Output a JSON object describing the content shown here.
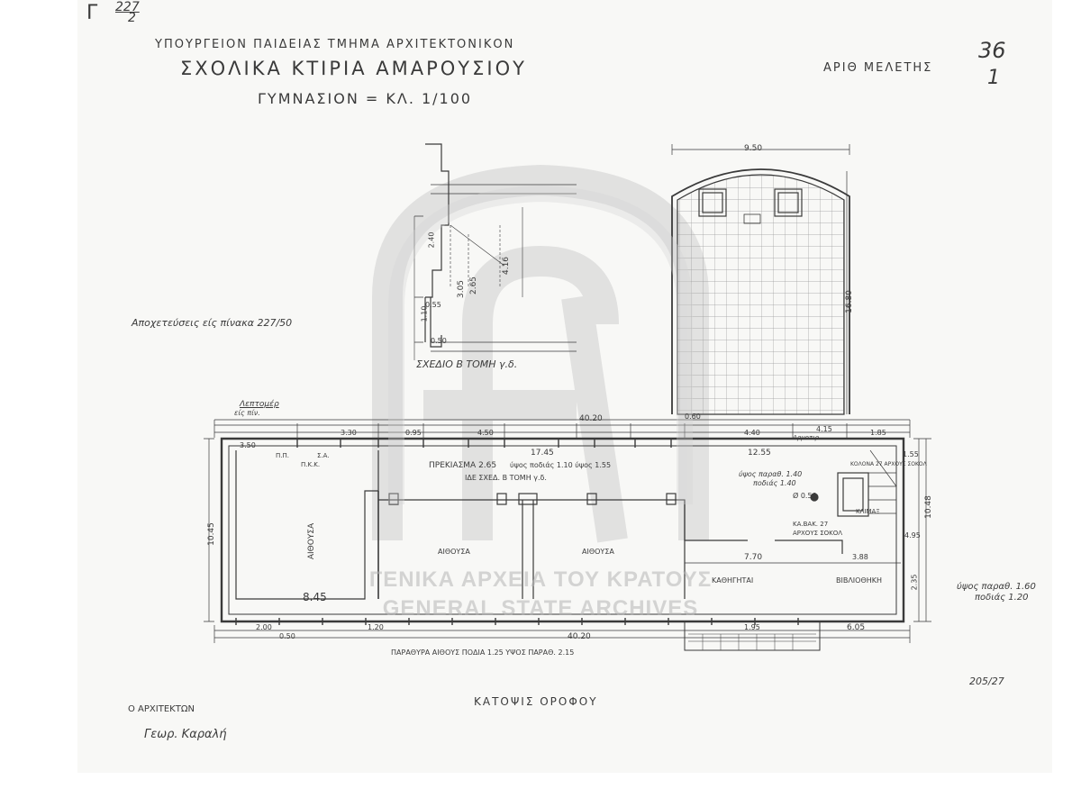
{
  "sheet": {
    "corner_code": "Γ",
    "corner_num_top": "227",
    "corner_num_bottom": "2",
    "ministry": "ΥΠΟΥΡΓΕΙΟΝ ΠΑΙΔΕΙΑΣ ΤΜΗΜΑ ΑΡΧΙΤΕΚΤΟΝΙΚΟΝ",
    "project": "ΣΧΟΛΙΚΑ ΚΤΙΡΙΑ ΑΜΑΡΟΥΣΙΟΥ",
    "subtitle": "ΓΥΜΝΑΣΙΟΝ = ΚΛ. 1/100",
    "study_label": "ΑΡΙΘ ΜΕΛΕΤΗΣ",
    "study_num_top": "36",
    "study_num_bottom": "1",
    "drainage_note": "Αποχετεύσεις είς πίνακα 227/50",
    "detail_note_1": "Λεπτομέρ",
    "detail_note_2": "είς πίν.",
    "section_label": "ΣΧΕΔΙΟ Β  ΤΟΜΗ γ.δ.",
    "plan_title": "ΚΑΤΟΨΙΣ ΟΡΟΦΟΥ",
    "window_note": "ΠΑΡΑΘΥΡΑ ΑΙΘΟΥΣ ΠΟΔΙΑ 1.25  ΥΨΟΣ ΠΑΡΑΘ. 2.15",
    "right_note_1": "ύψος παραθ. 1.60",
    "right_note_2": "ποδιάς 1.20",
    "ref_num": "205/27",
    "architect_label": "Ο ΑΡΧΙΤΕΚΤΩΝ",
    "signature": "Γεωρ. Καραλή"
  },
  "plan_labels": {
    "lintel": "ΠΡΕΚΙΑΣΜΑ 2.65",
    "cornice": "ύψος ποδιάς 1.10 ύψος 1.55",
    "section_ref": "ΙΔΕ ΣΧΕΔ. Β  ΤΟΜΗ γ.δ.",
    "room_left": "ΑΙΘΟΥΣΑ",
    "room_mid": "ΑΙΘΟΥΣΑ",
    "room_right": "ΑΙΘΟΥΣΑ",
    "corridor_note": "ύψος παραθ. 1.40",
    "corridor_note_2": "ποδιάς 1.40",
    "stair": "ΚΛΙΜΑΞ",
    "wc": "ΚΑΘΗΓΗΤΑΙ",
    "library": "ΒΙΒΛΙΟΘΗΚΗ",
    "column": "Ø 0.50",
    "drain_pipe": "ΚΑ.ΒΑΚ. 27",
    "drain_pipe_2": "ΑΡΧΟΥΣ ΣΟΚΟΛ",
    "pm": "Π.Π.",
    "pkk": "Π.Κ.Κ.",
    "sa": "Σ.Α.",
    "arch_note": "Αρμοτιρ",
    "fire_note": "ΚΟΛΟΝΑ 27 ΑΡΧΟΥΣ ΣΟΚΟΛ"
  },
  "dimensions": {
    "overall_top": "40.20",
    "overall_bottom": "40.20",
    "tower_width": "9.50",
    "tower_depth": "16.80",
    "span_1745": "17.45",
    "span_1255": "12.55",
    "span_950": "9.50",
    "height_1045": "10.45",
    "height_1048": "10.48",
    "room_depth": "8.45",
    "w_770": "7.70",
    "w_605": "6.05",
    "w_350": "3.50",
    "w_330": "3.30",
    "w_440": "4.40",
    "w_415": "4.15",
    "w_185": "1.85",
    "w_195": "1.95",
    "w_200": "2.00",
    "w_120": "1.20",
    "w_050": "0.50",
    "w_495": "4.95",
    "w_095": "0.95",
    "w_235": "2.35",
    "w_060": "0.60",
    "w_450": "4.50",
    "w_388": "3.88",
    "w_155": "1.55",
    "s_240": "2.40",
    "s_205": "3.05",
    "s_265": "2.65",
    "s_416": "4.16",
    "s_110": "1.10",
    "s_055": "0.55",
    "s_050": "0.50"
  },
  "watermark": {
    "line_1": "ΓΕΝΙΚΑ ΑΡΧΕΙΑ ΤΟΥ ΚΡΑΤΟΥΣ",
    "line_2": "GENERAL STATE ARCHIVES"
  },
  "colors": {
    "ink": "#3a3a3a",
    "paper": "#f8f8f6",
    "grid": "#9a9a9a",
    "watermark": "#b4b4b4"
  }
}
